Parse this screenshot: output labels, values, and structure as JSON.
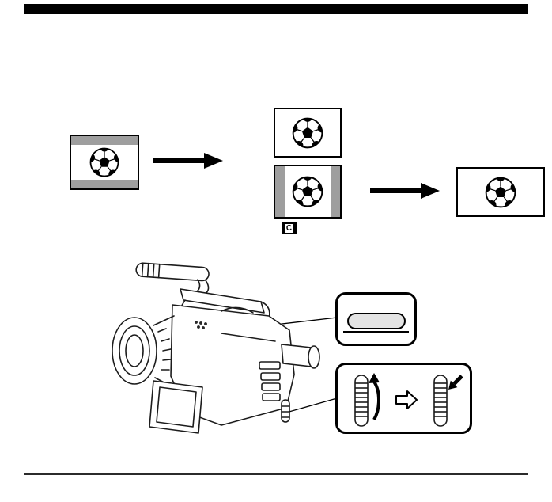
{
  "page": {
    "bg_color": "#ffffff",
    "header_bar_color": "#000000",
    "footer_rule_color": "#2b2b2b"
  },
  "diagram": {
    "c_mark_label": "C",
    "band_color": "#9e9e9e",
    "frames": {
      "source": "letterbox-4x3",
      "middle_top": "full-4x3",
      "middle_bottom": "pillarbox-4x3",
      "result": "wide-16x9"
    },
    "icons": {
      "ball": "soccer-ball-icon",
      "flow_arrow": "arrow-right-icon"
    }
  },
  "callouts": {
    "button_box": {
      "button_fill": "#e4e4e4"
    },
    "dial_box": {
      "icons": {
        "rotate": "dial-rotate-icon",
        "transition": "hollow-arrow-right-icon",
        "press": "dial-press-icon"
      }
    }
  },
  "illustration": {
    "subject_icon": "camcorder-illustration"
  }
}
